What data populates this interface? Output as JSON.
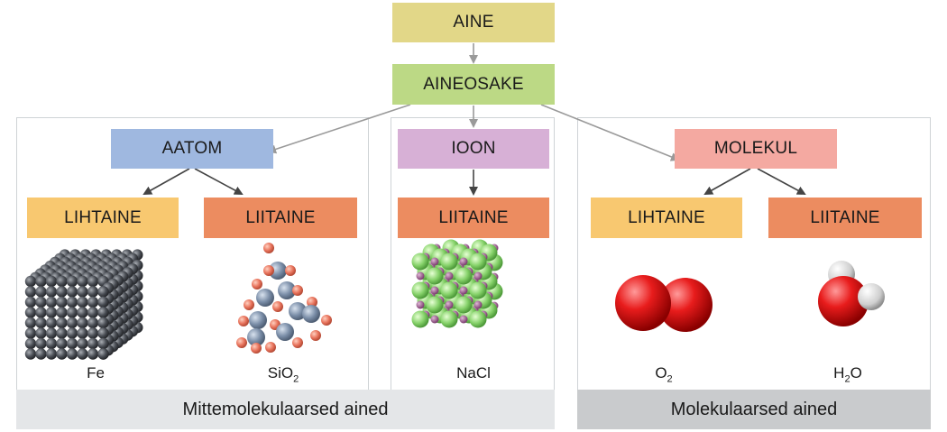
{
  "nodes": {
    "aine": "AINE",
    "aineosake": "AINEOSAKE",
    "aatom": "AATOM",
    "ioon": "IOON",
    "molekul": "MOLEKUL",
    "lihtaine_1": "LIHTAINE",
    "liitaine_1": "LIITAINE",
    "liitaine_2": "LIITAINE",
    "lihtaine_2": "LIHTAINE",
    "liitaine_3": "LIITAINE"
  },
  "captions": {
    "fe": "Fe",
    "sio2_main": "SiO",
    "sio2_sub": "2",
    "nacl": "NaCl",
    "o2_main": "O",
    "o2_sub": "2",
    "h2o_h": "H",
    "h2o_sub": "2",
    "h2o_o": "O"
  },
  "footers": {
    "left": "Mittemolekulaarsed ained",
    "right": "Molekulaarsed ained"
  },
  "colors": {
    "aine": "#e2d788",
    "aineosake": "#bcd985",
    "aatom": "#9fb8e0",
    "ioon": "#d7b0d6",
    "molekul": "#f4a9a1",
    "lihtaine": "#f8c870",
    "liitaine": "#ec8c60",
    "footer_left": "#e4e6e8",
    "footer_right": "#c9cbcd"
  }
}
